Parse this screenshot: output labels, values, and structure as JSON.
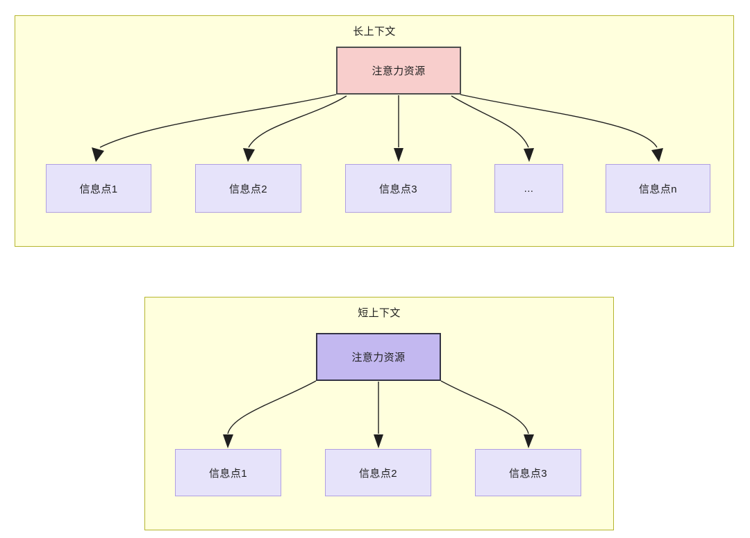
{
  "diagram": {
    "title_long": "长上下文",
    "title_short": "短上下文",
    "colors": {
      "panel_fill": "#ffffdd",
      "panel_border": "#b5b52d",
      "attention_long_fill": "#f8cecc",
      "attention_long_border": "#4d4d4d",
      "attention_short_fill": "#c3b8f0",
      "attention_short_border": "#333344",
      "info_fill": "#e6e3fa",
      "info_border": "#b09fe0",
      "edge": "#1f1f1f",
      "text": "#1f1f1f"
    }
  },
  "panel_long": {
    "title": "长上下文",
    "attention": {
      "label": "注意力资源"
    },
    "info_nodes": [
      {
        "label": "信息点1"
      },
      {
        "label": "信息点2"
      },
      {
        "label": "信息点3"
      },
      {
        "label": "..."
      },
      {
        "label": "信息点n"
      }
    ]
  },
  "panel_short": {
    "title": "短上下文",
    "attention": {
      "label": "注意力资源"
    },
    "info_nodes": [
      {
        "label": "信息点1"
      },
      {
        "label": "信息点2"
      },
      {
        "label": "信息点3"
      }
    ]
  }
}
